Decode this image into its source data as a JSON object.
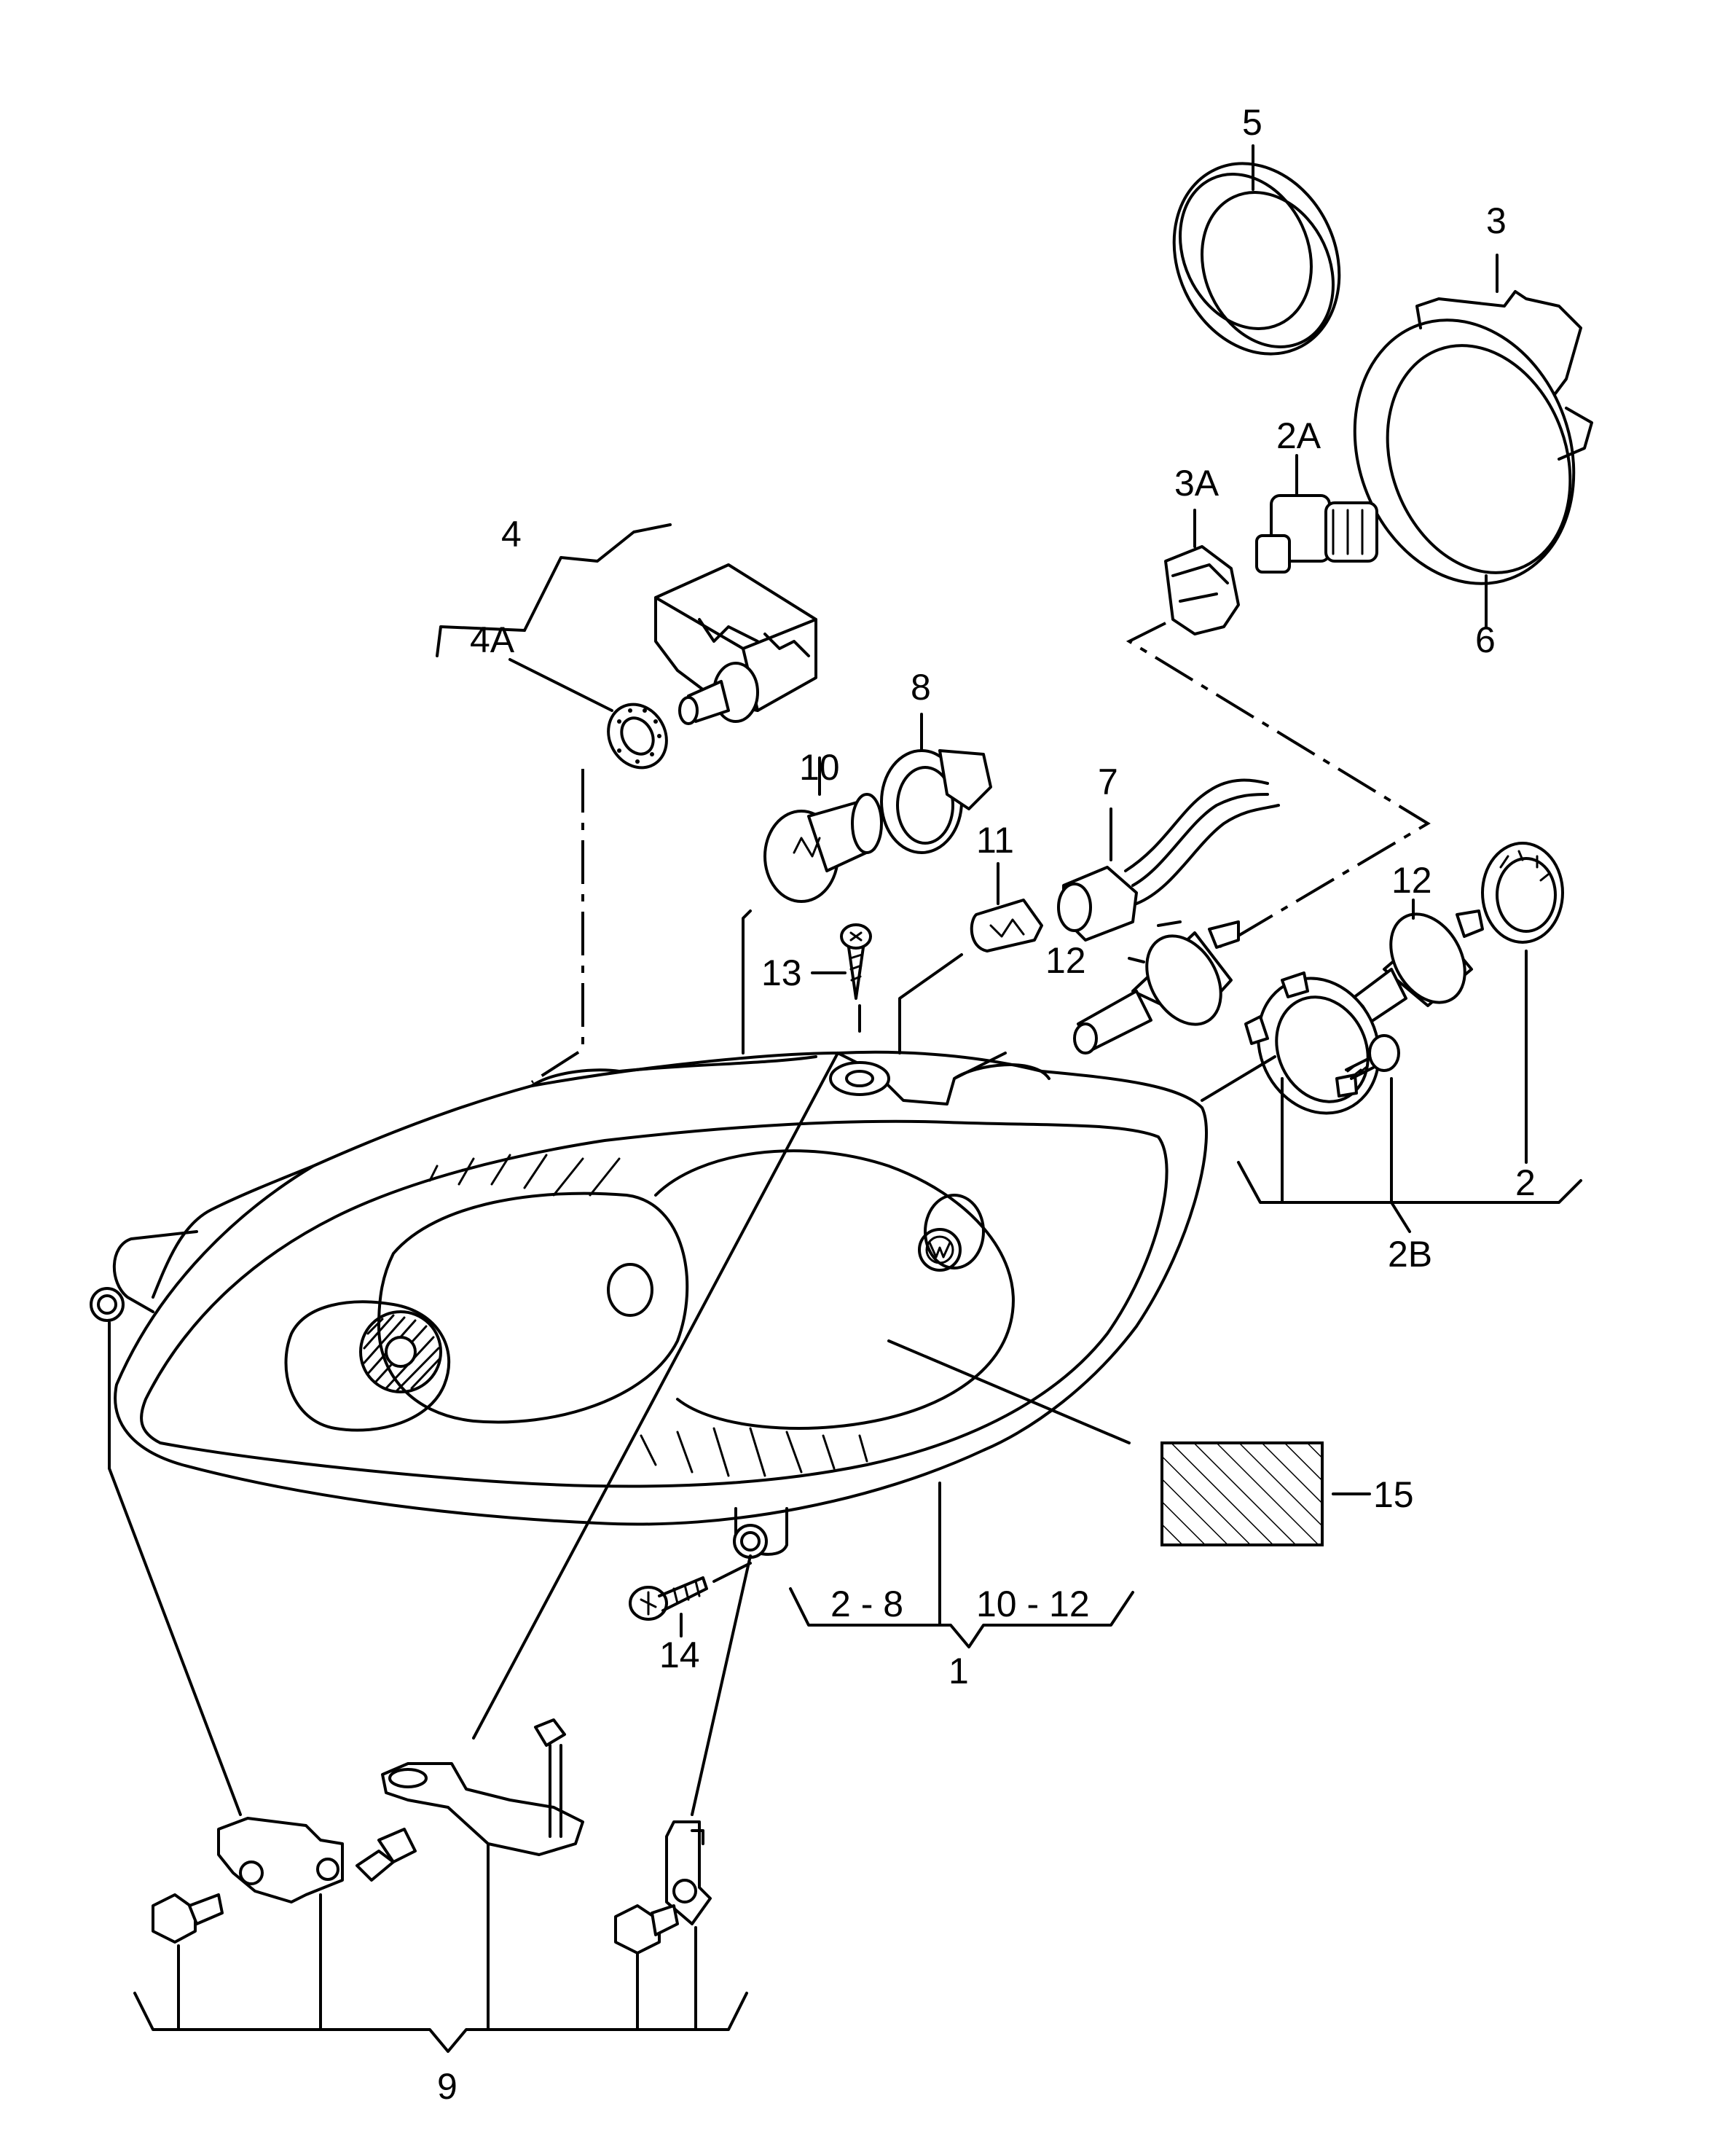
{
  "labels": {
    "l1": "1",
    "l2": "2",
    "l2a": "2A",
    "l2b": "2B",
    "l3": "3",
    "l3a": "3A",
    "l4": "4",
    "l4a": "4A",
    "l5": "5",
    "l6": "6",
    "l7": "7",
    "l8": "8",
    "l9": "9",
    "l10": "10",
    "l11": "11",
    "l12a": "12",
    "l12b": "12",
    "l13": "13",
    "l14": "14",
    "l15": "15",
    "range_2_8": "2 - 8",
    "range_10_12": "10 - 12"
  }
}
